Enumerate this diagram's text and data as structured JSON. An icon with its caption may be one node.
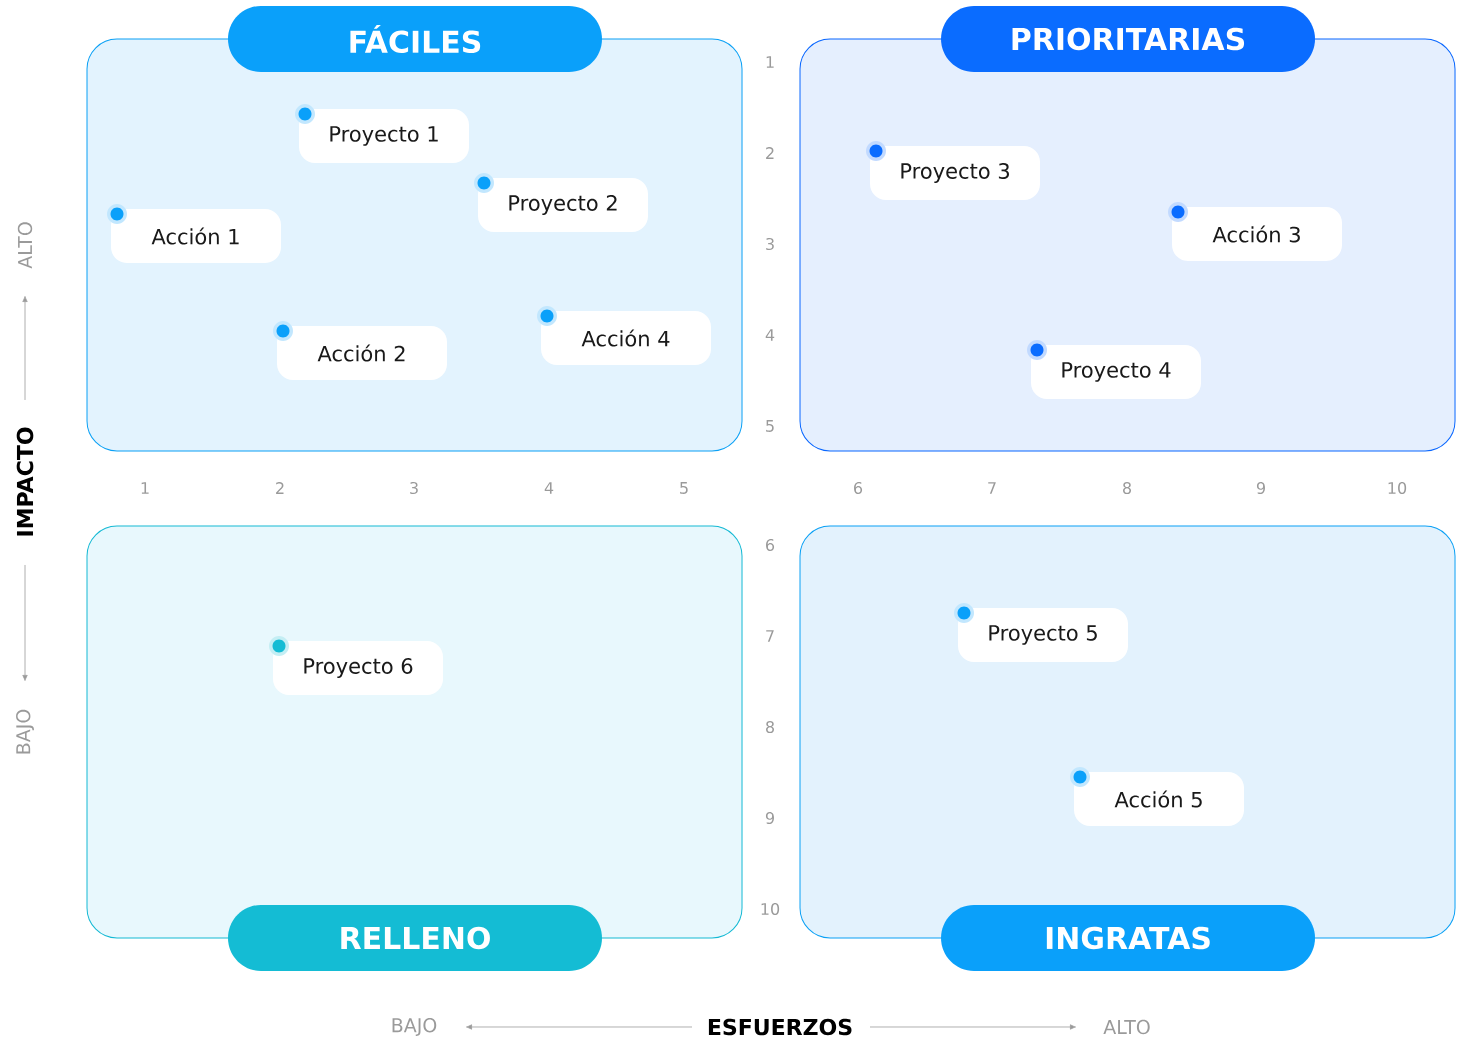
{
  "diagram": {
    "nodes": [
      {
        "text": [
          "FÁCILES"
        ]
      },
      {
        "text": [
          "Proyecto 1"
        ],
        "in": 0
      },
      {
        "text": [
          "Proyecto 2"
        ],
        "in": 0
      },
      {
        "text": [
          "Acción 1"
        ],
        "in": 0
      },
      {
        "text": [
          "Acción 4"
        ],
        "in": 0
      },
      {
        "text": [
          "Acción 2"
        ],
        "in": 0
      },
      {
        "text": [
          "PRIORITARIAS"
        ]
      },
      {
        "text": [
          "Proyecto 3"
        ],
        "in": 6
      },
      {
        "text": [
          "Acción 3"
        ],
        "in": 6
      },
      {
        "text": [
          "Proyecto 4"
        ],
        "in": 6
      },
      {
        "text": [
          "RELLENO"
        ]
      },
      {
        "text": [
          "Proyecto 6"
        ],
        "in": 10
      },
      {
        "text": [
          "INGRATAS"
        ]
      },
      {
        "text": [
          "Proyecto 5"
        ],
        "in": 12
      },
      {
        "text": [
          "Acción 5"
        ],
        "in": 12
      }
    ],
    "edges": [],
    "labels": [
      "1",
      "2",
      "3",
      "4",
      "5",
      "1",
      "2",
      "3",
      "4",
      "5",
      "6",
      "7",
      "8",
      "9",
      "10",
      "6",
      "7",
      "8",
      "9",
      "10",
      "ALTO",
      "IMPACTO",
      "BAJO",
      "BAJO",
      "ESFUERZOS",
      "ALTO"
    ]
  }
}
